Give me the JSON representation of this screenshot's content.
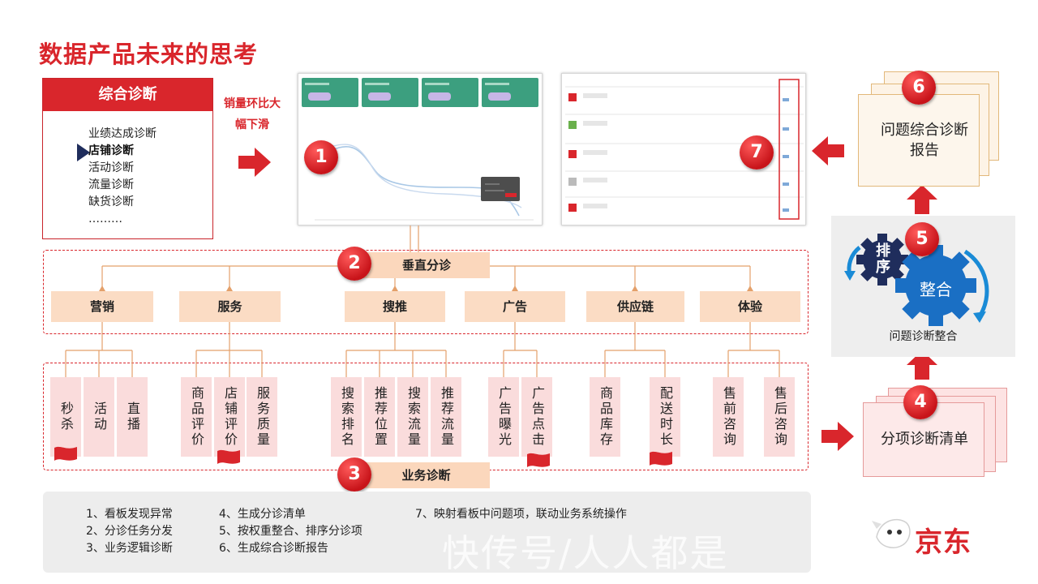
{
  "title": "数据产品未来的思考",
  "diagnosis": {
    "header": "综合诊断",
    "items": [
      "业绩达成诊断",
      "店铺诊断",
      "活动诊断",
      "流量诊断",
      "缺货诊断",
      "………"
    ],
    "selected_index": 1
  },
  "drop_text": [
    "销量环比大",
    "幅下滑"
  ],
  "step_numbers": [
    "1",
    "2",
    "3",
    "4",
    "5",
    "6",
    "7"
  ],
  "vertical_triage": "垂直分诊",
  "business_diagnosis": "业务诊断",
  "categories": [
    "营销",
    "服务",
    "搜推",
    "广告",
    "供应链",
    "体验"
  ],
  "leaves": [
    "秒杀",
    "活动",
    "直播",
    "商品评价",
    "店铺评价",
    "服务质量",
    "搜索排名",
    "推荐位置",
    "搜索流量",
    "推荐流量",
    "广告曝光",
    "广告点击",
    "商品库存",
    "配送时长",
    "售前咨询",
    "售后咨询"
  ],
  "right": {
    "report": [
      "问题综合诊断",
      "报告"
    ],
    "gear_small": [
      "排",
      "序"
    ],
    "gear_big": "整合",
    "merge_label": "问题诊断整合",
    "list": "分项诊断清单"
  },
  "notes": {
    "col1": [
      "1、看板发现异常",
      "2、分诊任务分发",
      "3、业务逻辑诊断"
    ],
    "col2": [
      "4、生成分诊清单",
      "5、按权重整合、排序分诊项",
      "6、生成综合诊断报告"
    ],
    "col3": [
      "7、映射看板中问题项，联动业务系统操作"
    ]
  },
  "watermark": "快传号/人人都是",
  "logo": "京东",
  "colors": {
    "accent": "#d9262c",
    "peach": "#fbdcc4",
    "pink": "#fadcdc",
    "gear": "#1a6fc4",
    "gear_dark": "#1f2d5c",
    "kpi": "#3c9f7f"
  }
}
